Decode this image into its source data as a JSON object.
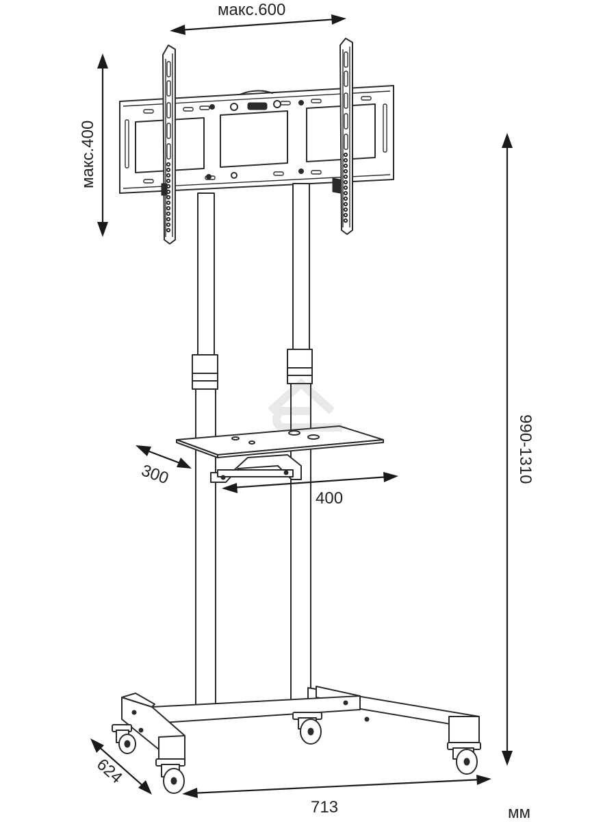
{
  "dimensions": {
    "mount_width": "макс.600",
    "mount_height": "макс.400",
    "total_height": "990-1310",
    "shelf_depth": "300",
    "shelf_width": "400",
    "base_depth": "624",
    "base_width": "713",
    "unit": "мм"
  }
}
